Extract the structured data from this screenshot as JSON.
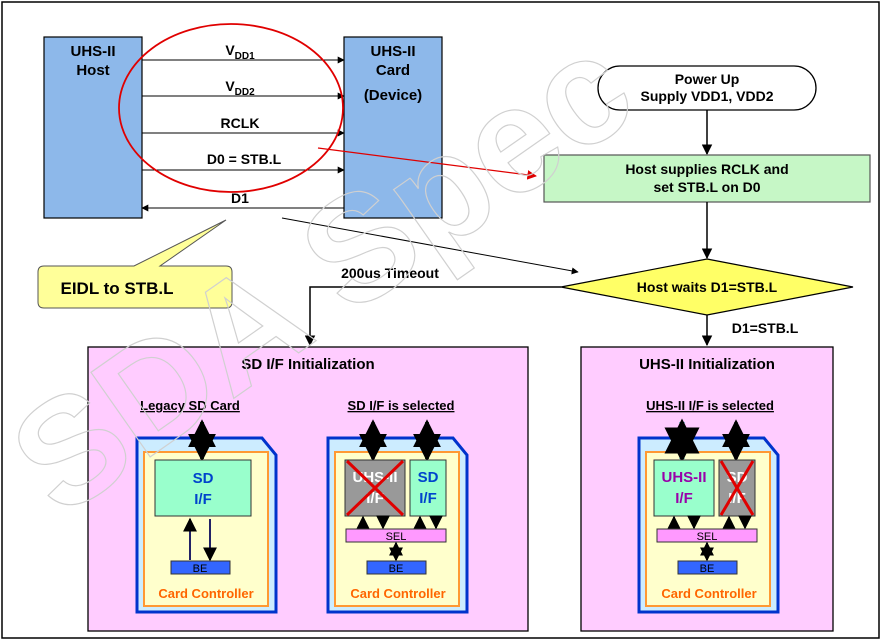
{
  "host": {
    "line1": "UHS-II",
    "line2": "Host"
  },
  "card": {
    "line1": "UHS-II",
    "line2": "Card",
    "line3": "(Device)"
  },
  "signals": {
    "vdd1_main": "V",
    "vdd1_sub": "DD1",
    "vdd2_main": "V",
    "vdd2_sub": "DD2",
    "rclk": "RCLK",
    "d0": "D0 = STB.L",
    "d1": "D1"
  },
  "callout": "EIDL to STB.L",
  "flow": {
    "power_up_line1": "Power Up",
    "power_up_line2": "Supply VDD1, VDD2",
    "host_supplies_line1": "Host supplies RCLK and",
    "host_supplies_line2": "set STB.L on D0",
    "decision": "Host waits D1=STB.L",
    "timeout_label": "200us Timeout",
    "d1_label": "D1=STB.L"
  },
  "sd_panel": {
    "title": "SD I/F Initialization",
    "legacy_label": "Legacy SD Card",
    "selected_label": "SD I/F is selected"
  },
  "uhs_panel": {
    "title": "UHS-II Initialization",
    "selected_label": "UHS-II I/F is selected"
  },
  "blocks": {
    "sd_line1": "SD",
    "sd_line2": "I/F",
    "uhs_line1": "UHS-II",
    "uhs_line2": "I/F",
    "sel": "SEL",
    "be": "BE",
    "card_controller": "Card Controller"
  },
  "watermark": "SDA Spec"
}
